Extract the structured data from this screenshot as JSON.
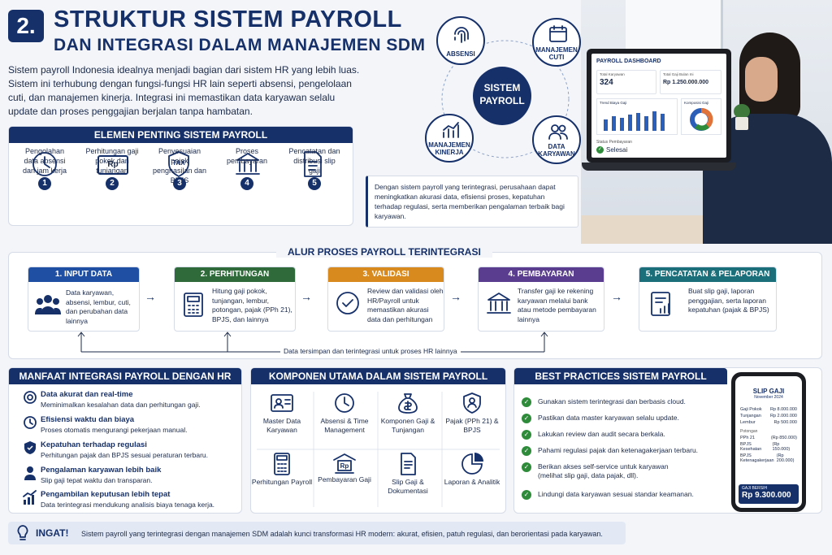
{
  "header": {
    "number": "2.",
    "title_line1": "STRUKTUR SISTEM PAYROLL",
    "title_line2": "DAN INTEGRASI DALAM MANAJEMEN SDM"
  },
  "intro": "Sistem payroll Indonesia idealnya menjadi bagian dari sistem HR yang lebih luas. Sistem ini terhubung dengan fungsi-fungsi HR lain seperti absensi, pengelolaan cuti, dan manajemen kinerja. Integrasi ini memastikan data karyawan selalu update dan proses penggajian berjalan tanpa hambatan.",
  "elemen": {
    "title": "ELEMEN PENTING SISTEM PAYROLL",
    "items": [
      {
        "label": "Pengolahan data absensi dan jam kerja",
        "num": "1",
        "icon": "clock-icon"
      },
      {
        "label": "Perhitungan gaji pokok dan tunjangan",
        "num": "2",
        "icon": "money-icon",
        "icon_text": "Rp"
      },
      {
        "label": "Penyesuaian pajak penghasilan dan BPJS",
        "num": "3",
        "icon": "tax-shield-icon",
        "icon_text": "TAX"
      },
      {
        "label": "Proses pembayaran",
        "num": "4",
        "icon": "bank-icon"
      },
      {
        "label": "Pencatatan dan distribusi slip gaji",
        "num": "5",
        "icon": "document-icon"
      }
    ]
  },
  "diagram": {
    "center": "SISTEM PAYROLL",
    "nodes": [
      "ABSENSI",
      "MANAJEMEN CUTI",
      "DATA KARYAWAN",
      "MANAJEMEN KINERJA"
    ]
  },
  "dashboard": {
    "title": "PAYROLL DASHBOARD",
    "total_karyawan_label": "Total Karyawan",
    "total_karyawan": "324",
    "total_gaji_label": "Total Gaji Bulan Ini",
    "total_gaji": "Rp 1.250.000.000",
    "trend_label": "Trend Biaya Gaji",
    "komposisi_label": "Komposisi Gaji",
    "status_label": "Status Pembayaran",
    "status": "Selesai"
  },
  "callout": "Dengan sistem payroll yang terintegrasi, perusahaan dapat meningkatkan akurasi data, efisiensi proses, kepatuhan terhadap regulasi, serta memberikan pengalaman terbaik bagi karyawan.",
  "alur": {
    "title": "ALUR PROSES PAYROLL TERINTEGRASI",
    "steps": [
      {
        "title": "1. INPUT DATA",
        "text": "Data karyawan, absensi, lembur, cuti, dan perubahan data lainnya",
        "color": "#1f4fa3"
      },
      {
        "title": "2. PERHITUNGAN",
        "text": "Hitung gaji pokok, tunjangan, lembur, potongan, pajak (PPh 21), BPJS, dan lainnya",
        "color": "#2f6b3a"
      },
      {
        "title": "3. VALIDASI",
        "text": "Review dan validasi oleh HR/Payroll untuk memastikan akurasi data dan perhitungan",
        "color": "#d98a1f"
      },
      {
        "title": "4. PEMBAYARAN",
        "text": "Transfer gaji ke rekening karyawan melalui bank atau metode pembayaran lainnya",
        "color": "#5a3d8f"
      },
      {
        "title": "5. PENCATATAN & PELAPORAN",
        "text": "Buat slip gaji, laporan penggajian, serta laporan kepatuhan (pajak & BPJS)",
        "color": "#1b6f7a"
      }
    ],
    "loop_text": "Data tersimpan dan terintegrasi untuk proses HR lainnya"
  },
  "manfaat": {
    "title": "MANFAAT INTEGRASI PAYROLL DENGAN HR",
    "items": [
      {
        "title": "Data akurat dan real-time",
        "desc": "Meminimalkan kesalahan data dan perhitungan gaji."
      },
      {
        "title": "Efisiensi waktu dan biaya",
        "desc": "Proses otomatis mengurangi pekerjaan manual."
      },
      {
        "title": "Kepatuhan terhadap regulasi",
        "desc": "Perhitungan pajak dan BPJS sesuai peraturan terbaru."
      },
      {
        "title": "Pengalaman karyawan lebih baik",
        "desc": "Slip gaji tepat waktu dan transparan."
      },
      {
        "title": "Pengambilan keputusan lebih tepat",
        "desc": "Data terintegrasi mendukung analisis biaya tenaga kerja."
      }
    ]
  },
  "komponen": {
    "title": "KOMPONEN UTAMA DALAM SISTEM PAYROLL",
    "items": [
      "Master Data Karyawan",
      "Absensi & Time Management",
      "Komponen Gaji & Tunjangan",
      "Pajak (PPh 21) & BPJS",
      "Perhitungan Payroll",
      "Pembayaran Gaji",
      "Slip Gaji & Dokumentasi",
      "Laporan & Analitik"
    ],
    "icon_rp": "Rp"
  },
  "best": {
    "title": "BEST PRACTICES SISTEM PAYROLL",
    "items": [
      "Gunakan sistem terintegrasi dan berbasis cloud.",
      "Pastikan data master karyawan selalu update.",
      "Lakukan review dan audit secara berkala.",
      "Pahami regulasi pajak dan ketenagakerjaan terbaru.",
      "Berikan akses self-service untuk karyawan (melihat slip gaji, data pajak, dll).",
      "Lindungi data karyawan sesuai standar keamanan."
    ]
  },
  "slip": {
    "title": "SLIP GAJI",
    "period": "November 2024",
    "rows": [
      [
        "Gaji Pokok",
        "Rp 8.000.000"
      ],
      [
        "Tunjangan",
        "Rp 2.000.000"
      ],
      [
        "Lembur",
        "Rp 500.000"
      ]
    ],
    "potongan_label": "Potongan",
    "pot_rows": [
      [
        "PPh 21",
        "(Rp 850.000)"
      ],
      [
        "BPJS Kesehatan",
        "(Rp 150.000)"
      ],
      [
        "BPJS Ketenagakerjaan",
        "(Rp 200.000)"
      ]
    ],
    "bersih_label": "GAJI BERSIH",
    "bersih": "Rp 9.300.000"
  },
  "ingat": {
    "label": "INGAT!",
    "text": "Sistem payroll yang terintegrasi dengan manajemen SDM adalah kunci transformasi HR modern: akurat, efisien, patuh regulasi, dan berorientasi pada karyawan."
  }
}
